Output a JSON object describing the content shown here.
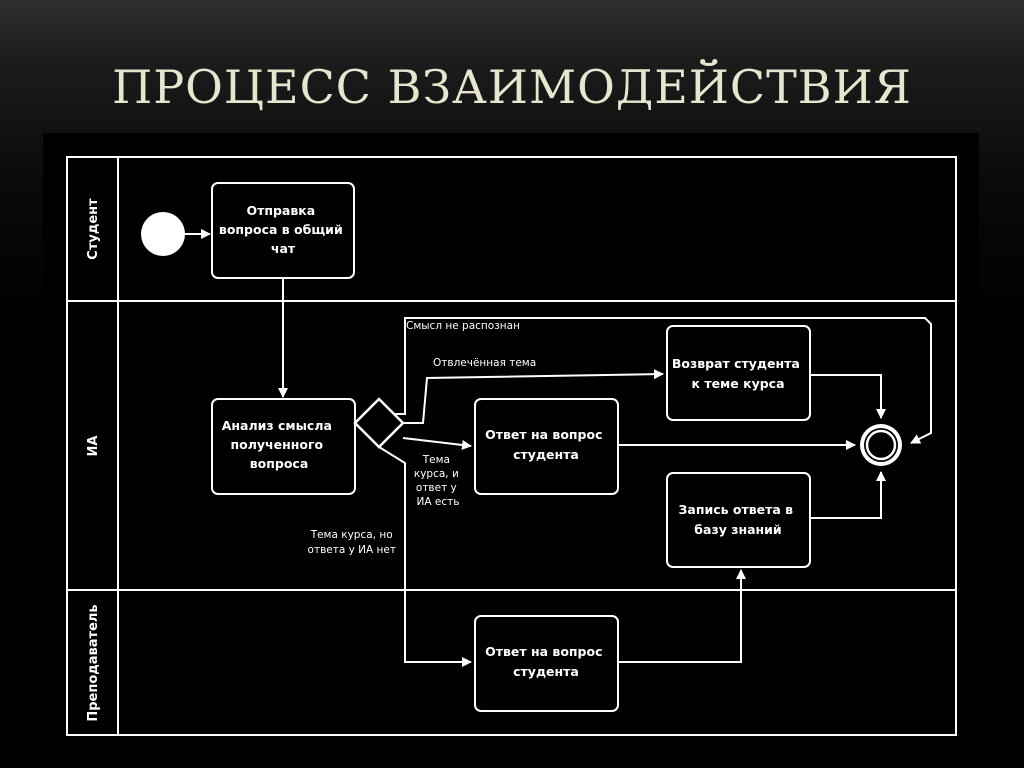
{
  "title": "ПРОЦЕСС ВЗАИМОДЕЙСТВИЯ",
  "lanes": {
    "student": "Студент",
    "ai": "ИА",
    "teacher": "Преподаватель"
  },
  "tasks": {
    "send_question": [
      "Отправка",
      "вопроса в общий",
      "чат"
    ],
    "analyze": [
      "Анализ смысла",
      "полученного",
      "вопроса"
    ],
    "ai_answer": [
      "Ответ на вопрос",
      "студента"
    ],
    "return_student": [
      "Возврат студента",
      "к теме курса"
    ],
    "save_answer": [
      "Запись ответа в",
      "базу знаний"
    ],
    "teacher_answer": [
      "Ответ на вопрос",
      "студента"
    ]
  },
  "flow_labels": {
    "not_recognized": "Смысл не распознан",
    "off_topic": "Отвлечённая тема",
    "course_topic_has_answer": [
      "Тема",
      "курса, и",
      "ответ у",
      "ИА есть"
    ],
    "course_topic_no_answer": [
      "Тема курса, но",
      "ответа у ИА нет"
    ]
  },
  "colors": {
    "background": "#000000",
    "stroke": "#ffffff",
    "title": "#e6e6cf"
  }
}
